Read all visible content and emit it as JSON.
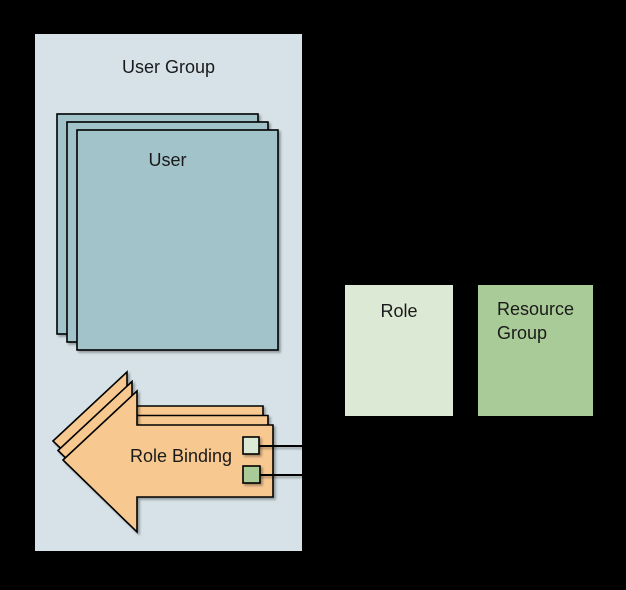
{
  "background": "#000000",
  "colors": {
    "container_fill": "#d6e2e7",
    "user_fill": "#a1c3c9",
    "arrow_fill": "#f8c891",
    "role_fill": "#dce9d5",
    "resource_fill": "#a9cb98",
    "stroke": "#000000",
    "text": "#1a1a1a"
  },
  "nodes": {
    "user_group": {
      "label": "User Group"
    },
    "user": {
      "label": "User",
      "stack_count": 3
    },
    "role_binding": {
      "label": "Role Binding",
      "stack_count": 3
    },
    "role": {
      "label": "Role"
    },
    "resource_group": {
      "label": "Resource Group"
    },
    "role_ref_chip": {
      "color": "#dce9d5"
    },
    "resource_ref_chip": {
      "color": "#a9cb98"
    }
  }
}
